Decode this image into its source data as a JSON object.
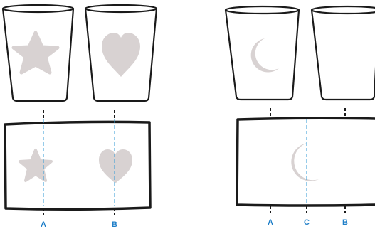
{
  "colors": {
    "outline": "#1a1a1a",
    "shape_fill": "#d8d2d2",
    "guide_line": "#2f9ad6",
    "label": "#1f7fc8",
    "tick": "#1a1a1a"
  },
  "left_panel": {
    "cups": [
      {
        "icon": "star-icon"
      },
      {
        "icon": "heart-icon"
      }
    ],
    "frame_shapes": [
      "star-icon",
      "heart-icon"
    ],
    "markers": [
      {
        "label": "A"
      },
      {
        "label": "B"
      }
    ]
  },
  "right_panel": {
    "cups": [
      {
        "icon": "crescent-moon-icon"
      },
      {
        "icon": ""
      }
    ],
    "frame_shapes": [
      "crescent-moon-icon"
    ],
    "markers": [
      {
        "label": "A"
      },
      {
        "label": "C"
      },
      {
        "label": "B"
      }
    ]
  }
}
